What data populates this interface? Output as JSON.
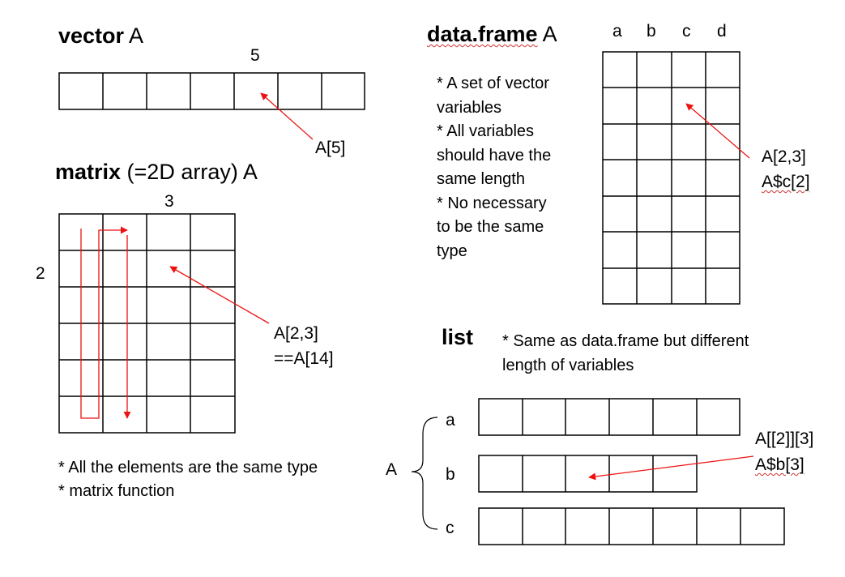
{
  "vector": {
    "title_bold": "vector",
    "title_rest": " A",
    "index_label": "5",
    "access": "A[5]"
  },
  "matrix": {
    "title_bold": "matrix",
    "title_rest": " (=2D array) A",
    "col_label": "3",
    "row_label": "2",
    "access1": "A[2,3]",
    "access2": "==A[14]",
    "notes": [
      "* All the elements are the same type",
      "* matrix function"
    ]
  },
  "dataframe": {
    "title_bold": "data.frame",
    "title_rest": " A",
    "columns": [
      "a",
      "b",
      "c",
      "d"
    ],
    "notes": "* A set of vector\nvariables\n* All variables\nshould have the\nsame length\n* No necessary\nto be the same\ntype",
    "access1": "A[2,3]",
    "access2": "A$c[2]"
  },
  "list": {
    "title": "list",
    "notes": "* Same as data.frame but different\nlength of variables",
    "name": "A",
    "elements": [
      "a",
      "b",
      "c"
    ],
    "access1": "A[[2]][3]",
    "access2": "A$b[3]"
  },
  "colors": {
    "arrow": "#ee1111",
    "grid": "#000000"
  }
}
